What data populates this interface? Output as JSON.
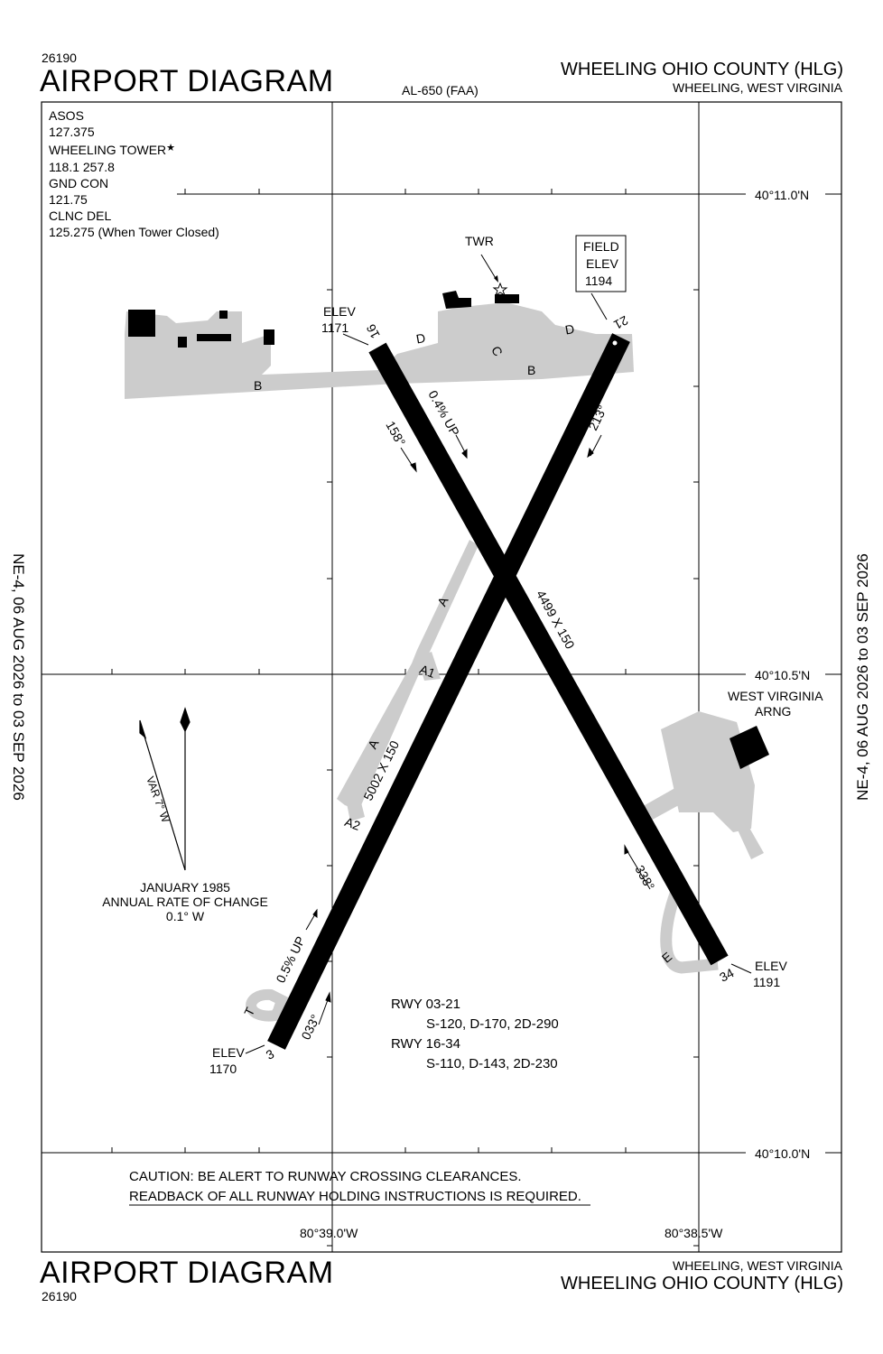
{
  "header": {
    "procedure_number": "26190",
    "title": "AIRPORT DIAGRAM",
    "chart_id": "AL-650 (FAA)",
    "airport_name": "WHEELING OHIO COUNTY (HLG)",
    "location": "WHEELING, WEST VIRGINIA"
  },
  "footer": {
    "title": "AIRPORT DIAGRAM",
    "procedure_number": "26190",
    "location": "WHEELING, WEST VIRGINIA",
    "airport_name": "WHEELING OHIO COUNTY (HLG)"
  },
  "side_labels": {
    "left": "NE-4,  06 AUG 2026  to  03 SEP 2026",
    "right": "NE-4,  06 AUG 2026  to  03 SEP 2026"
  },
  "frequencies": [
    "ASOS",
    "127.375",
    "WHEELING TOWER",
    "118.1  257.8",
    "GND CON",
    "121.75",
    "CLNC DEL",
    "125.275 (When Tower Closed)"
  ],
  "coordinates": {
    "lat_top": "40°11.0'N",
    "lat_mid": "40°10.5'N",
    "lat_bottom": "40°10.0'N",
    "lon_left": "80°39.0'W",
    "lon_right": "80°38.5'W"
  },
  "labels": {
    "twr": "TWR",
    "field_elev": [
      "FIELD",
      "ELEV",
      "1194"
    ],
    "elev_16": [
      "ELEV",
      "1171"
    ],
    "elev_34": [
      "ELEV",
      "1191"
    ],
    "elev_3": [
      "ELEV",
      "1170"
    ],
    "wv_arng": [
      "WEST VIRGINIA",
      "ARNG"
    ],
    "rwy_16": "16",
    "rwy_34": "34",
    "rwy_3": "3",
    "rwy_21": "21",
    "rwy_16_34_dims": "4499 X 150",
    "rwy_03_21_dims": "5002 X 150",
    "hdg_158": "158°",
    "hdg_338": "338°",
    "hdg_033": "033°",
    "hdg_213": "213°",
    "grad_16": "0.4% UP",
    "grad_3": "0.5% UP",
    "twy_b1": "B",
    "twy_b2": "B",
    "twy_c": "C",
    "twy_d1": "D",
    "twy_d2": "D",
    "twy_a_upper": "A",
    "twy_a_lower": "A",
    "twy_a1": "A1",
    "twy_a2": "A2",
    "twy_t": "T",
    "twy_e": "E",
    "var": "VAR 7° W",
    "var_date": [
      "JANUARY 1985",
      "ANNUAL RATE OF CHANGE",
      "0.1° W"
    ]
  },
  "runway_strength": {
    "rwy1_name": "RWY 03-21",
    "rwy1_values": "S-120, D-170, 2D-290",
    "rwy2_name": "RWY 16-34",
    "rwy2_values": "S-110, D-143, 2D-230"
  },
  "caution": {
    "line1": "CAUTION: BE ALERT TO RUNWAY CROSSING CLEARANCES.",
    "line2": "READBACK OF ALL RUNWAY HOLDING INSTRUCTIONS IS REQUIRED."
  },
  "colors": {
    "runway": "#000000",
    "taxiway": "#cccccc",
    "building": "#000000"
  }
}
